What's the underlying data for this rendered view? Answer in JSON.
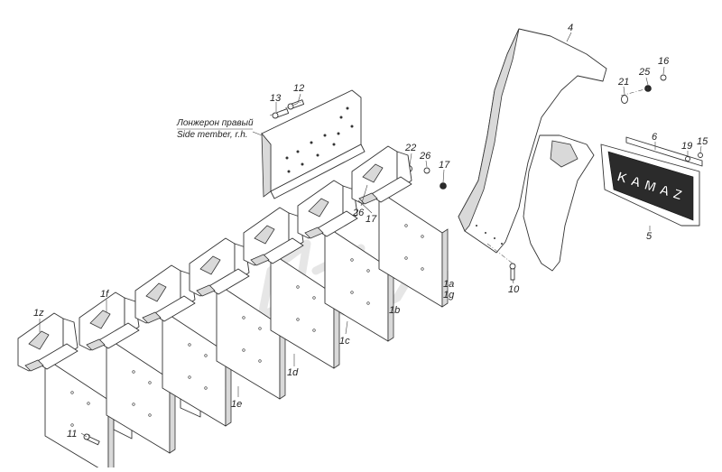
{
  "diagram": {
    "annotation": {
      "line_ru": "Лонжерон правый",
      "line_en": "Side member, r.h."
    },
    "callouts": {
      "c4": "4",
      "c25": "25",
      "c16": "16",
      "c21": "21",
      "c13": "13",
      "c12": "12",
      "c6": "6",
      "c19": "19",
      "c15": "15",
      "c22": "22",
      "c26a": "26",
      "c17a": "17",
      "c26b": "26",
      "c17b": "17",
      "c5": "5",
      "c1a": "1a",
      "c1g": "1g",
      "c10": "10",
      "c1b": "1b",
      "c1c": "1c",
      "c1d": "1d",
      "c1e": "1e",
      "c1f": "1f",
      "c1z": "1z",
      "c11": "11"
    },
    "mudflap_logo": "KAMAZ"
  }
}
